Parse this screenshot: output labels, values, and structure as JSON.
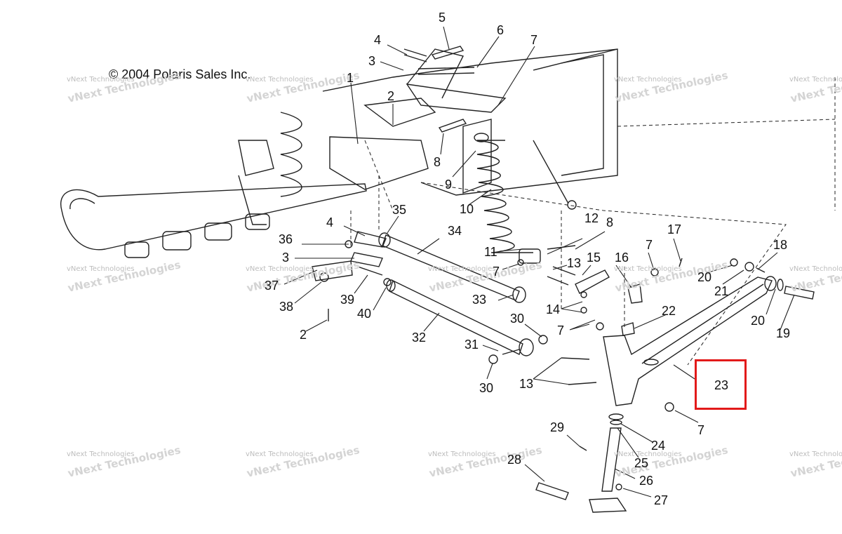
{
  "copyright": "© 2004 Polaris Sales Inc.",
  "watermark": {
    "small": "vNext Technologies",
    "big": "vNext Technologies"
  },
  "highlight_color": "#e21a1a",
  "callouts": {
    "c1": "1",
    "c2a": "2",
    "c2b": "2",
    "c3a": "3",
    "c3b": "3",
    "c4a": "4",
    "c4b": "4",
    "c5": "5",
    "c6": "6",
    "c7a": "7",
    "c7b": "7",
    "c7c": "7",
    "c7d": "7",
    "c7e": "7",
    "c8a": "8",
    "c8b": "8",
    "c9": "9",
    "c10": "10",
    "c11": "11",
    "c12": "12",
    "c13a": "13",
    "c13b": "13",
    "c14": "14",
    "c15": "15",
    "c16": "16",
    "c17": "17",
    "c18": "18",
    "c19": "19",
    "c20a": "20",
    "c20b": "20",
    "c21": "21",
    "c22": "22",
    "c23": "23",
    "c24": "24",
    "c25": "25",
    "c26": "26",
    "c27": "27",
    "c28": "28",
    "c29": "29",
    "c30a": "30",
    "c30b": "30",
    "c31": "31",
    "c32": "32",
    "c33": "33",
    "c34": "34",
    "c35": "35",
    "c36": "36",
    "c37": "37",
    "c38": "38",
    "c39": "39",
    "c40": "40"
  }
}
